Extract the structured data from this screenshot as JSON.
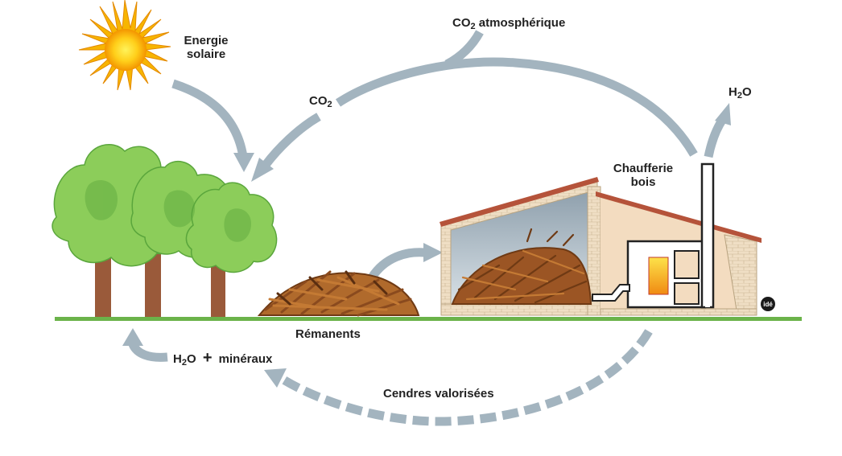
{
  "labels": {
    "energie_line1": "Energie",
    "energie_line2": "solaire",
    "co2_atm_main": "CO",
    "co2_atm_sub": "2",
    "co2_atm_rest": " atmosphérique",
    "co2_main": "CO",
    "co2_sub": "2",
    "h2o_top_h": "H",
    "h2o_top_sub": "2",
    "h2o_top_o": "O",
    "chaufferie_line1": "Chaufferie",
    "chaufferie_line2": "bois",
    "remanents": "Rémanents",
    "h2o_min_h": "H",
    "h2o_min_sub": "2",
    "h2o_min_o": "O",
    "plus": "+",
    "mineraux": "minéraux",
    "cendres": "Cendres valorisées",
    "logo": "idé"
  },
  "colors": {
    "arrow": "#a3b4bf",
    "ground": "#6bb34a",
    "tree_light": "#8ccd5a",
    "tree_dark": "#5aa63c",
    "trunk": "#9a5a3a",
    "wood": "#8a4a1e",
    "roof": "#b5533a",
    "wall": "#f3dcc0",
    "brick": "#e9d6b8",
    "fire": "#f6b81c",
    "sun": "#f7a600"
  }
}
